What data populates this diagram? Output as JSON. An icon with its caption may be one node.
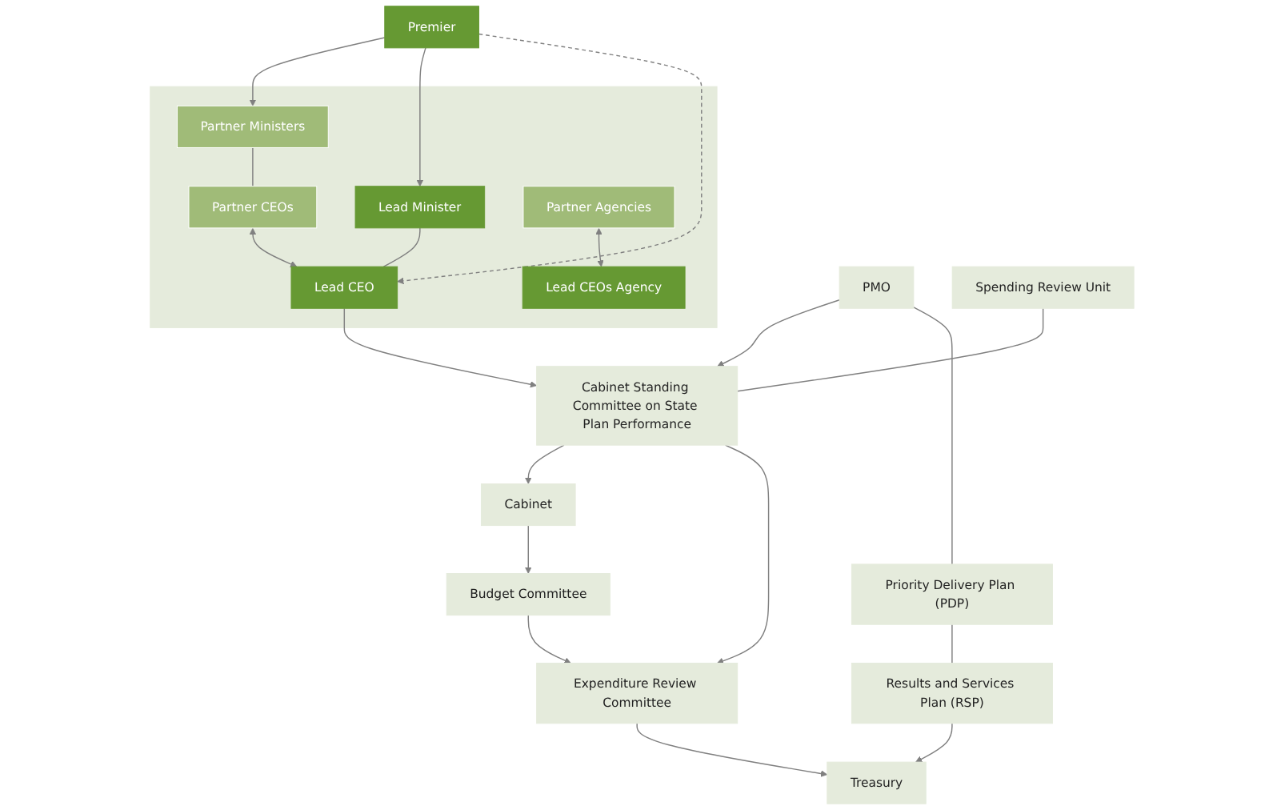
{
  "diagram": {
    "nodes": [
      {
        "text": [
          "Premier"
        ]
      },
      {
        "text": [],
        "shape": "box"
      },
      {
        "text": [
          "Partner Ministers"
        ],
        "in": 1
      },
      {
        "text": [
          "Lead Minister"
        ],
        "in": 1
      },
      {
        "text": [
          "Partner CEOs"
        ],
        "in": 1
      },
      {
        "text": [
          "Lead CEO"
        ],
        "in": 1
      },
      {
        "text": [
          "Partner Agencies"
        ],
        "in": 1
      },
      {
        "text": [
          "Lead CEOs Agency"
        ],
        "in": 1
      },
      {
        "text": [
          "Cabinet"
        ]
      },
      {
        "text": [
          "Budget Committee"
        ]
      },
      {
        "text": [
          "Cabinet Standing Committee on State Plan Performance"
        ]
      },
      {
        "text": [
          "Expenditure Review Committee"
        ]
      },
      {
        "text": [
          "PMO"
        ]
      },
      {
        "text": [
          "Spending Review Unit"
        ]
      },
      {
        "text": [
          "Priority Delivery Plan (PDP)"
        ]
      },
      {
        "text": [
          "Results and Services Plan (RSP)"
        ]
      },
      {
        "text": [
          "Treasury"
        ]
      }
    ],
    "edges": [
      {
        "from": 0,
        "to": 2,
        "arrow": "to"
      },
      {
        "from": 0,
        "to": 3,
        "arrow": "to"
      },
      {
        "from": 0,
        "to": 5,
        "arrow": "to",
        "style": "dashed"
      },
      {
        "from": 2,
        "to": 4,
        "arrow": "none"
      },
      {
        "from": 3,
        "to": 5,
        "arrow": "none"
      },
      {
        "from": 4,
        "to": 5,
        "arrow": "both"
      },
      {
        "from": 6,
        "to": 7,
        "arrow": "both"
      },
      {
        "from": 5,
        "to": 10,
        "arrow": "to"
      },
      {
        "from": 12,
        "to": 10,
        "arrow": "to"
      },
      {
        "from": 10,
        "to": 8,
        "arrow": "to"
      },
      {
        "from": 8,
        "to": 9,
        "arrow": "to"
      },
      {
        "from": 9,
        "to": 11,
        "arrow": "to"
      },
      {
        "from": 10,
        "to": 11,
        "arrow": "to"
      },
      {
        "from": 13,
        "to": 10,
        "arrow": "none"
      },
      {
        "from": 12,
        "to": 14,
        "arrow": "none"
      },
      {
        "from": 14,
        "to": 15,
        "arrow": "none"
      },
      {
        "from": 15,
        "to": 16,
        "arrow": "to"
      },
      {
        "from": 11,
        "to": 16,
        "arrow": "to"
      }
    ]
  }
}
